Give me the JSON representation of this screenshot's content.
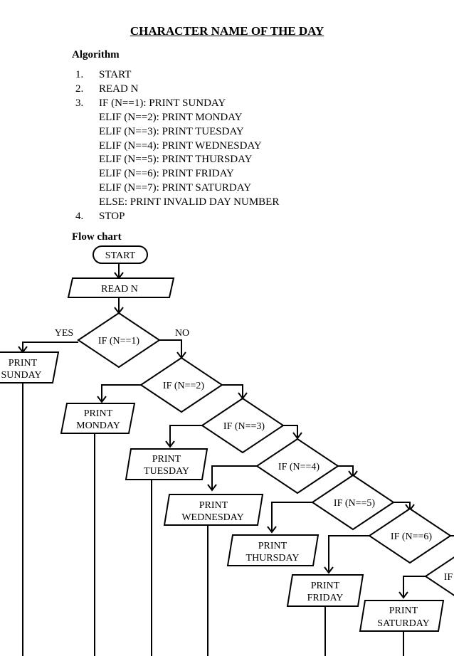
{
  "title": "CHARACTER NAME OF THE DAY",
  "algorithm": {
    "heading": "Algorithm",
    "steps": [
      {
        "num": "1.",
        "text": "START"
      },
      {
        "num": "2.",
        "text": "READ  N"
      },
      {
        "num": "3.",
        "text": "IF (N==1): PRINT SUNDAY"
      },
      {
        "num": "",
        "text": "ELIF (N==2): PRINT MONDAY"
      },
      {
        "num": "",
        "text": "ELIF (N==3): PRINT TUESDAY"
      },
      {
        "num": "",
        "text": "ELIF (N==4): PRINT WEDNESDAY"
      },
      {
        "num": "",
        "text": "ELIF (N==5): PRINT THURSDAY"
      },
      {
        "num": "",
        "text": "ELIF (N==6): PRINT FRIDAY"
      },
      {
        "num": "",
        "text": "ELIF (N==7): PRINT SATURDAY"
      },
      {
        "num": "",
        "text": "ELSE: PRINT INVALID DAY NUMBER"
      },
      {
        "num": "4.",
        "text": "STOP"
      }
    ]
  },
  "flowchart": {
    "heading": "Flow chart",
    "start": "START",
    "read": "READ  N",
    "yes_label": "YES",
    "no_label": "NO",
    "conditions": [
      "IF (N==1)",
      "IF (N==2)",
      "IF (N==3)",
      "IF (N==4)",
      "IF (N==5)",
      "IF (N==6)",
      "IF"
    ],
    "outputs": [
      [
        "PRINT",
        "SUNDAY"
      ],
      [
        "PRINT",
        "MONDAY"
      ],
      [
        "PRINT",
        "TUESDAY"
      ],
      [
        "PRINT",
        "WEDNESDAY"
      ],
      [
        "PRINT",
        "THURSDAY"
      ],
      [
        "PRINT",
        "FRIDAY"
      ],
      [
        "PRINT",
        "SATURDAY"
      ]
    ]
  }
}
